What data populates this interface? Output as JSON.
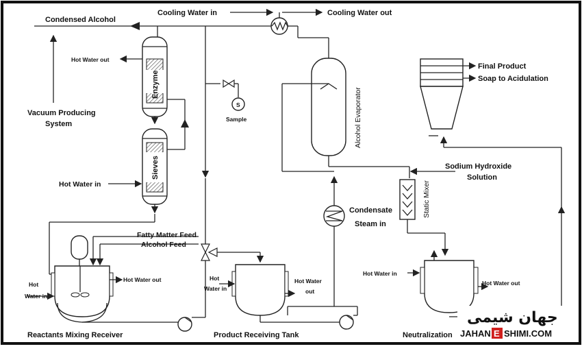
{
  "labels": {
    "cooling_water_in": "Cooling Water in",
    "cooling_water_out": "Cooling Water out",
    "condensed_alcohol": "Condensed Alcohol",
    "hot_water_out_top": "Hot Water out",
    "enzyme": "Enzyme",
    "sieves": "Sieves",
    "vacuum_line1": "Vacuum Producing",
    "vacuum_line2": "System",
    "hot_water_in_mid": "Hot Water in",
    "sample": "Sample",
    "sample_symbol": "S",
    "alcohol_evaporator": "Alcohol Evaporator",
    "final_product": "Final Product",
    "soap_to_acidulation": "Soap to Acidulation",
    "sodium_hydroxide_line1": "Sodium Hydroxide",
    "sodium_hydroxide_line2": "Solution",
    "static_mixer": "Static Mixer",
    "condensate": "Condensate",
    "steam_in": "Steam in",
    "fatty_matter_feed": "Fatty Matter Feed",
    "alcohol_feed": "Alcohol Feed",
    "hot_water_in_left_1": "Hot",
    "hot_water_in_left_2": "Water in",
    "hot_water_out_left": "Hot Water out",
    "hot_water_in_prt_1": "Hot",
    "hot_water_in_prt_2": "Water in",
    "hot_water_out_prt_1": "Hot Water",
    "hot_water_out_prt_2": "out",
    "hot_water_in_neut": "Hot Water in",
    "hot_water_out_neut": "Hot Water out",
    "reactants_mixing_receiver": "Reactants Mixing Receiver",
    "product_receiving_tank": "Product Receiving Tank",
    "neutralization": "Neutralization"
  },
  "watermark": {
    "persian": "جهان شیمی",
    "latin_left": "JAHAN",
    "latin_e": "E",
    "latin_right": "SHIMI.COM"
  },
  "colors": {
    "line": "#222222",
    "frame": "#111111",
    "watermark_red": "#d0201e"
  }
}
